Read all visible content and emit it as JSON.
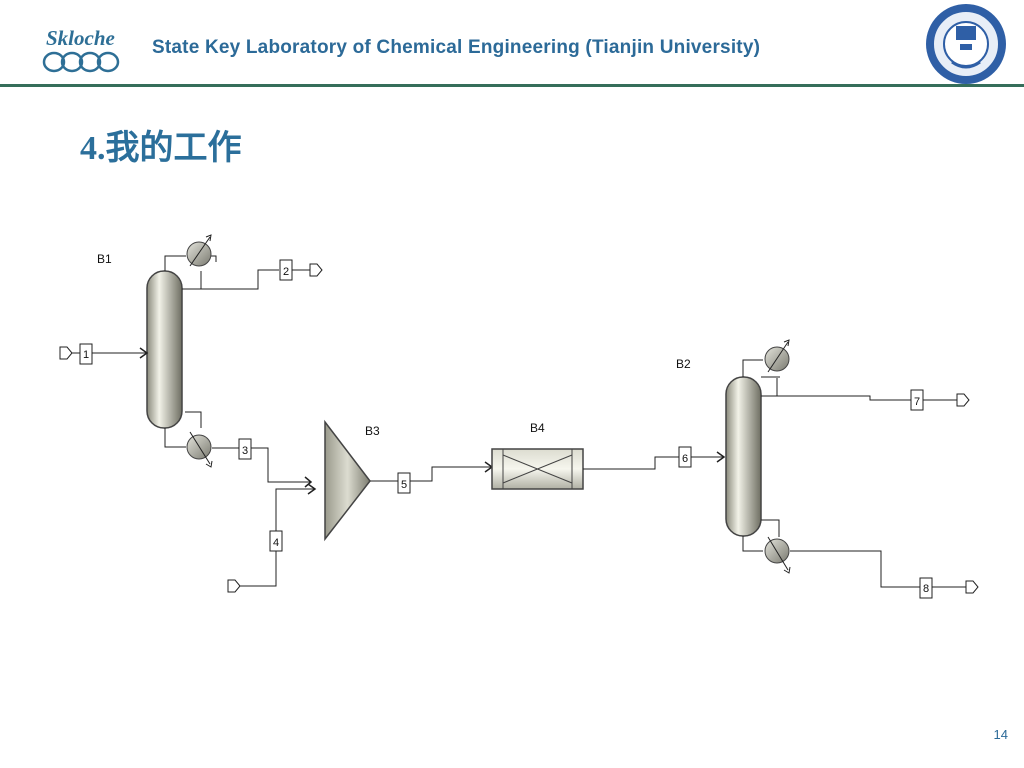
{
  "header": {
    "logo_text": "Skloche",
    "lab_name": "State Key Laboratory of Chemical Engineering (Tianjin University)"
  },
  "slide": {
    "title": "4.我的工作",
    "page_number": "14"
  },
  "diagram": {
    "blocks": {
      "b1": "B1",
      "b2": "B2",
      "b3": "B3",
      "b4": "B4"
    },
    "streams": {
      "s1": "1",
      "s2": "2",
      "s3": "3",
      "s4": "4",
      "s5": "5",
      "s6": "6",
      "s7": "7",
      "s8": "8"
    }
  },
  "colors": {
    "title_blue": "#2b6f9b",
    "header_line": "#356e5a",
    "equipment_gray": "#b8b8a8"
  }
}
